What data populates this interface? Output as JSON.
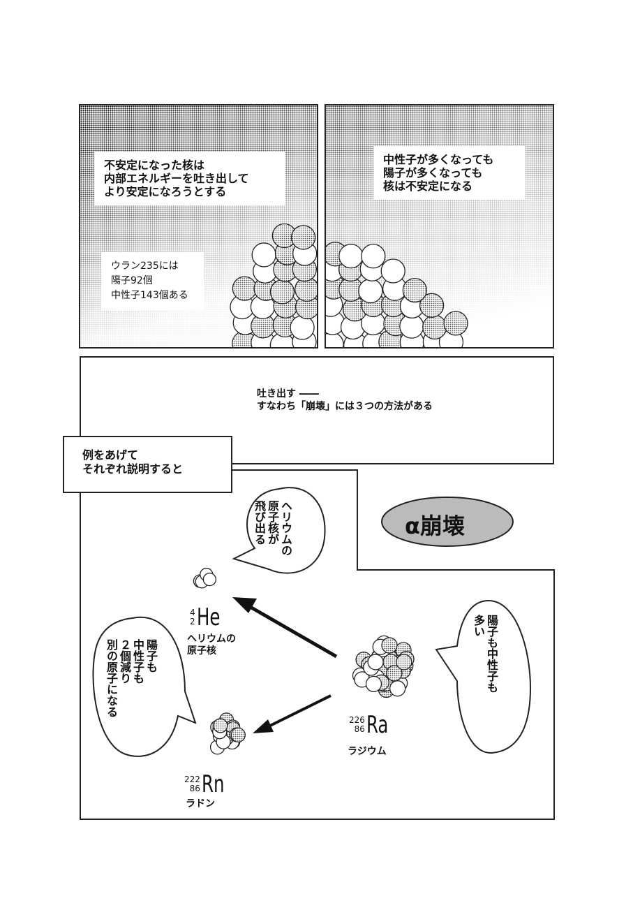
{
  "panel1": {
    "narration": "不安定になった核は\n内部エネルギーを吐き出して\nより安定になろうとする",
    "note": "ウラン235には\n陽子92個\n中性子143個ある"
  },
  "panel2": {
    "narration": "中性子が多くなっても\n陽子が多くなっても\n核は不安定になる"
  },
  "panel3": {
    "line1": "吐き出す ――",
    "line2": "すなわち「崩壊」には３つの方法がある"
  },
  "caption": "例をあげて\nそれぞれ説明すると",
  "alpha_title": "α崩壊",
  "bubbles": {
    "helium": "ヘリウムの\n原子核が\n飛び出る",
    "radon": "陽子も\n中性子も\n２個減り\n別の原子になる",
    "radium": "陽子も中性子も\n多い"
  },
  "elements": {
    "he": {
      "mass": "4",
      "atomic": "2",
      "symbol": "He",
      "name": "ヘリウムの\n原子核"
    },
    "ra": {
      "mass": "226",
      "atomic": "86",
      "symbol": "Ra",
      "name": "ラジウム"
    },
    "rn": {
      "mass": "222",
      "atomic": "86",
      "symbol": "Rn",
      "name": "ラドン"
    }
  }
}
